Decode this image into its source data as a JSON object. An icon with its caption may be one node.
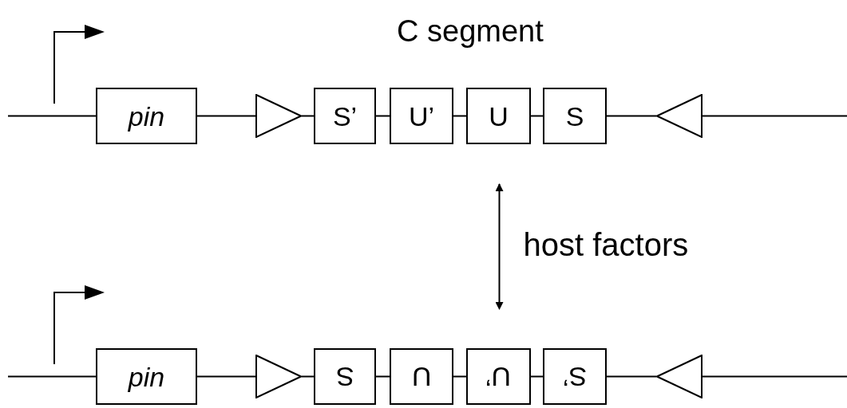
{
  "diagram": {
    "nodes": [
      {
        "text": [
          "pin"
        ]
      },
      {
        "text": [],
        "shape": "triangle"
      },
      {
        "text": [
          "S’"
        ]
      },
      {
        "text": [
          "U’"
        ]
      },
      {
        "text": [
          "U"
        ]
      },
      {
        "text": [
          "S"
        ]
      },
      {
        "text": [],
        "shape": "triangle"
      },
      {
        "text": [
          "pin"
        ]
      },
      {
        "text": [],
        "shape": "triangle"
      },
      {
        "text": [
          "S"
        ]
      },
      {
        "text": [
          "U"
        ]
      },
      {
        "text": [
          "U’"
        ]
      },
      {
        "text": [
          "S’"
        ]
      },
      {
        "text": [],
        "shape": "triangle"
      }
    ],
    "edges": [
      {
        "from": null,
        "to": 0,
        "arrow": "none"
      },
      {
        "from": 0,
        "to": 1,
        "arrow": "none"
      },
      {
        "from": 1,
        "to": 2,
        "arrow": "none"
      },
      {
        "from": 2,
        "to": 3,
        "arrow": "none"
      },
      {
        "from": 3,
        "to": 4,
        "arrow": "none"
      },
      {
        "from": 4,
        "to": 5,
        "arrow": "none"
      },
      {
        "from": 5,
        "to": 6,
        "arrow": "none"
      },
      {
        "from": 6,
        "to": null,
        "arrow": "none"
      },
      {
        "from": null,
        "to": 7,
        "arrow": "none"
      },
      {
        "from": 7,
        "to": 8,
        "arrow": "none"
      },
      {
        "from": 8,
        "to": 9,
        "arrow": "none"
      },
      {
        "from": 9,
        "to": 10,
        "arrow": "none"
      },
      {
        "from": 10,
        "to": 11,
        "arrow": "none"
      },
      {
        "from": 11,
        "to": 12,
        "arrow": "none"
      },
      {
        "from": 12,
        "to": 13,
        "arrow": "none"
      },
      {
        "from": 13,
        "to": null,
        "arrow": "none"
      },
      {
        "from": 4,
        "to": 11,
        "arrow": "both",
        "label": "host factors"
      }
    ],
    "labels": [
      "C segment"
    ]
  }
}
